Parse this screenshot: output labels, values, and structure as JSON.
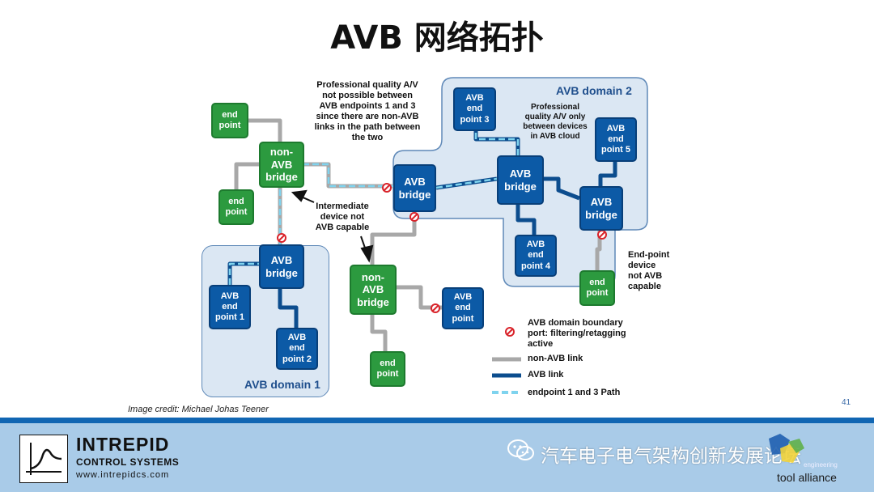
{
  "slide": {
    "title": "AVB 网络拓扑",
    "page_number": "41",
    "image_credit": "Image credit: Michael Johas Teener"
  },
  "domains": {
    "domain1": "AVB domain 1",
    "domain2": "AVB domain 2"
  },
  "nodes": {
    "end_point_top": "end\npoint",
    "non_avb_bridge_top": "non-\nAVB\nbridge",
    "end_point_left": "end\npoint",
    "avb_bridge_d1": "AVB\nbridge",
    "avb_end_point_1": "AVB\nend\npoint 1",
    "avb_end_point_2": "AVB\nend\npoint 2",
    "non_avb_bridge_mid": "non-\nAVB\nbridge",
    "avb_end_point_mid": "AVB\nend\npoint",
    "end_point_bottom": "end\npoint",
    "avb_bridge_center": "AVB\nbridge",
    "avb_end_point_3": "AVB\nend\npoint 3",
    "avb_bridge_d2a": "AVB\nbridge",
    "avb_end_point_4": "AVB\nend\npoint 4",
    "avb_bridge_d2b": "AVB\nbridge",
    "avb_end_point_5": "AVB\nend\npoint 5",
    "end_point_right": "end\npoint"
  },
  "annotations": {
    "professional_not_possible": "Professional quality A/V\nnot possible between\nAVB endpoints 1 and 3\nsince there are non-AVB\nlinks in the path between\nthe two",
    "professional_only": "Professional\nquality A/V only\nbetween devices\nin AVB cloud",
    "intermediate": "Intermediate\ndevice not\nAVB capable",
    "endpoint_not_avb": "End-point\ndevice\nnot AVB\ncapable"
  },
  "legend": {
    "boundary": "AVB domain boundary\nport: filtering/retagging\nactive",
    "non_avb_link": "non-AVB link",
    "avb_link": "AVB link",
    "path": "endpoint 1 and 3 Path"
  },
  "footer": {
    "company_name": "INTREPID",
    "company_sub": "CONTROL SYSTEMS",
    "url": "www.intrepidcs.com",
    "wechat_text": "汽车电子电气架构创新发展论坛",
    "tool_alliance": "tool alliance",
    "engineering": "engineering"
  },
  "colors": {
    "non_avb_link": "#a8a8a8",
    "avb_link": "#0c4d8e",
    "path": "#7fd3ee",
    "boundary_port": "#d9232a",
    "green_node": "#2c9a3f",
    "blue_node": "#0c5aa6"
  }
}
